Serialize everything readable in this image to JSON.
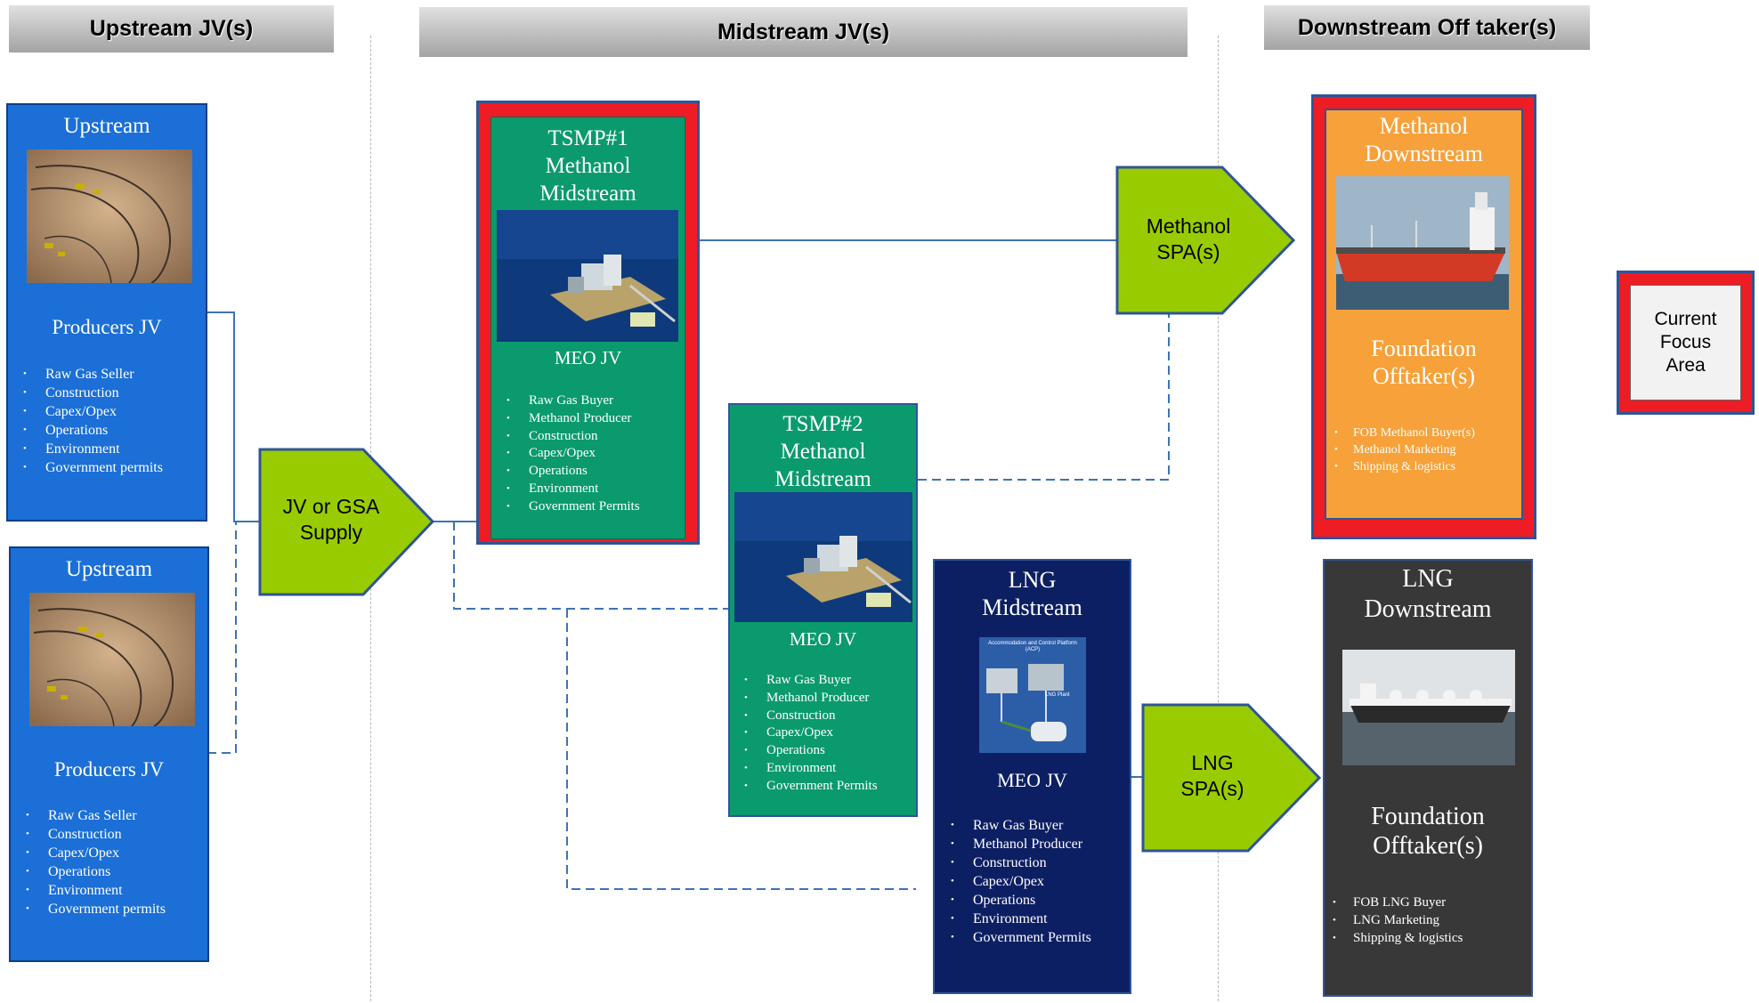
{
  "colors": {
    "blue_card": "#1b6fd6",
    "teal_card": "#0b9a6d",
    "navy_card": "#0d1f63",
    "dark_card": "#383838",
    "orange_card": "#f7a13a",
    "red_frame": "#ee1c24",
    "arrow_fill": "#99cc00",
    "connector": "#3d73b6"
  },
  "headers": {
    "upstream": "Upstream JV(s)",
    "midstream": "Midstream JV(s)",
    "downstream": "Downstream Off taker(s)"
  },
  "upstream_cards": [
    {
      "title": "Upstream",
      "subtitle": "Producers JV",
      "image_icon": "drilling-site-image",
      "items": [
        "Raw Gas Seller",
        "Construction",
        "Capex/Opex",
        "Operations",
        "Environment",
        "Government permits"
      ]
    },
    {
      "title": "Upstream",
      "subtitle": "Producers JV",
      "image_icon": "drilling-site-image",
      "items": [
        "Raw Gas Seller",
        "Construction",
        "Capex/Opex",
        "Operations",
        "Environment",
        "Government permits"
      ]
    }
  ],
  "supply_arrow": {
    "line1": "JV or GSA",
    "line2": "Supply"
  },
  "midstream_cards": [
    {
      "title_lines": [
        "TSMP#1",
        "Methanol",
        "Midstream"
      ],
      "subtitle": "MEO JV",
      "image_icon": "offshore-platform-image",
      "items": [
        "Raw Gas Buyer",
        "Methanol Producer",
        "Construction",
        "Capex/Opex",
        "Operations",
        "Environment",
        "Government Permits"
      ]
    },
    {
      "title_lines": [
        "TSMP#2",
        "Methanol",
        "Midstream"
      ],
      "subtitle": "MEO JV",
      "image_icon": "offshore-platform-image",
      "items": [
        "Raw Gas Buyer",
        "Methanol Producer",
        "Construction",
        "Capex/Opex",
        "Operations",
        "Environment",
        "Government Permits"
      ]
    },
    {
      "title_lines": [
        "LNG",
        "Midstream"
      ],
      "subtitle": "MEO JV",
      "image_icon": "lng-plant-diagram-image",
      "image_caption": "Accommodation and Control Platform (ACP)",
      "image_tag": "LNG Plant",
      "items": [
        "Raw Gas Buyer",
        "Methanol Producer",
        "Construction",
        "Capex/Opex",
        "Operations",
        "Environment",
        "Government Permits"
      ]
    }
  ],
  "spa_arrows": {
    "methanol": {
      "line1": "Methanol",
      "line2": "SPA(s)"
    },
    "lng": {
      "line1": "LNG",
      "line2": "SPA(s)"
    }
  },
  "downstream_cards": [
    {
      "title_lines": [
        "Methanol",
        "Downstream"
      ],
      "subtitle_lines": [
        "Foundation",
        "Offtaker(s)"
      ],
      "image_icon": "methanol-tanker-ship-image",
      "items": [
        "FOB Methanol Buyer(s)",
        "Methanol Marketing",
        "Shipping & logistics"
      ]
    },
    {
      "title_lines": [
        "LNG",
        "Downstream"
      ],
      "subtitle_lines": [
        "Foundation",
        "Offtaker(s)"
      ],
      "image_icon": "lng-carrier-ship-image",
      "items": [
        "FOB LNG Buyer",
        "LNG Marketing",
        "Shipping & logistics"
      ]
    }
  ],
  "legend": {
    "lines": [
      "Current",
      "Focus",
      "Area"
    ]
  }
}
